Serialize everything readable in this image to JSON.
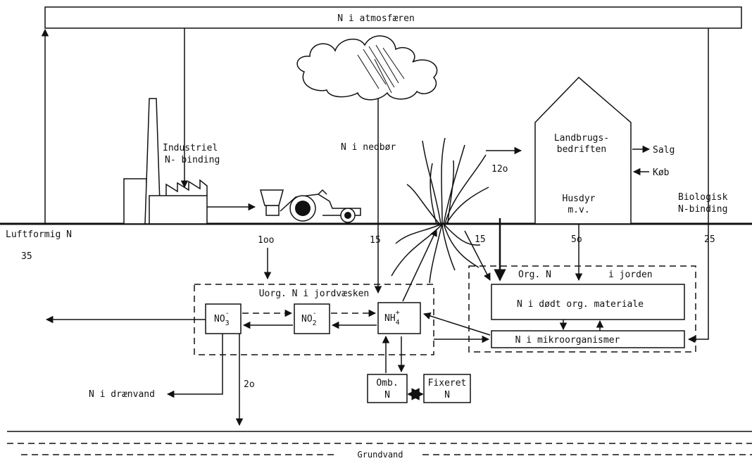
{
  "title": "N i atmosfæren",
  "labels": {
    "industry_1": "Industriel",
    "industry_2": "N- binding",
    "precipitation": "N i nedbør",
    "farm_1": "Landbrugs-",
    "farm_2": "bedriften",
    "sale": "Salg",
    "purchase": "Køb",
    "livestock_1": "Husdyr",
    "livestock_2": "m.v.",
    "biological_1": "Biologisk",
    "biological_2": "N-binding",
    "gaseous": "Luftformig N",
    "soil_solution": "Uorg. N i jordvæsken",
    "org_soil_1": "Org. N",
    "org_soil_2": "i jorden",
    "dead_matter": "N i dødt org. materiale",
    "microorganisms": "N i mikroorganismer",
    "exchangeable_1": "Omb.",
    "exchangeable_2": "N",
    "fixed_1": "Fixeret",
    "fixed_2": "N",
    "drainage": "N i drænvand",
    "groundwater": "Grundvand"
  },
  "ions": {
    "nitrate": {
      "base": "NO",
      "sub": "3",
      "sup": "-"
    },
    "nitrite": {
      "base": "NO",
      "sub": "2",
      "sup": "-"
    },
    "ammonium": {
      "base": "NH",
      "sub": "4",
      "sup": "+"
    }
  },
  "flows": {
    "fertilizer": "1oo",
    "precipitation": "15",
    "plant_uptake": "15",
    "farm_input": "12o",
    "manure": "5o",
    "biological_fixation": "25",
    "gaseous_loss": "35",
    "leaching": "2o"
  }
}
